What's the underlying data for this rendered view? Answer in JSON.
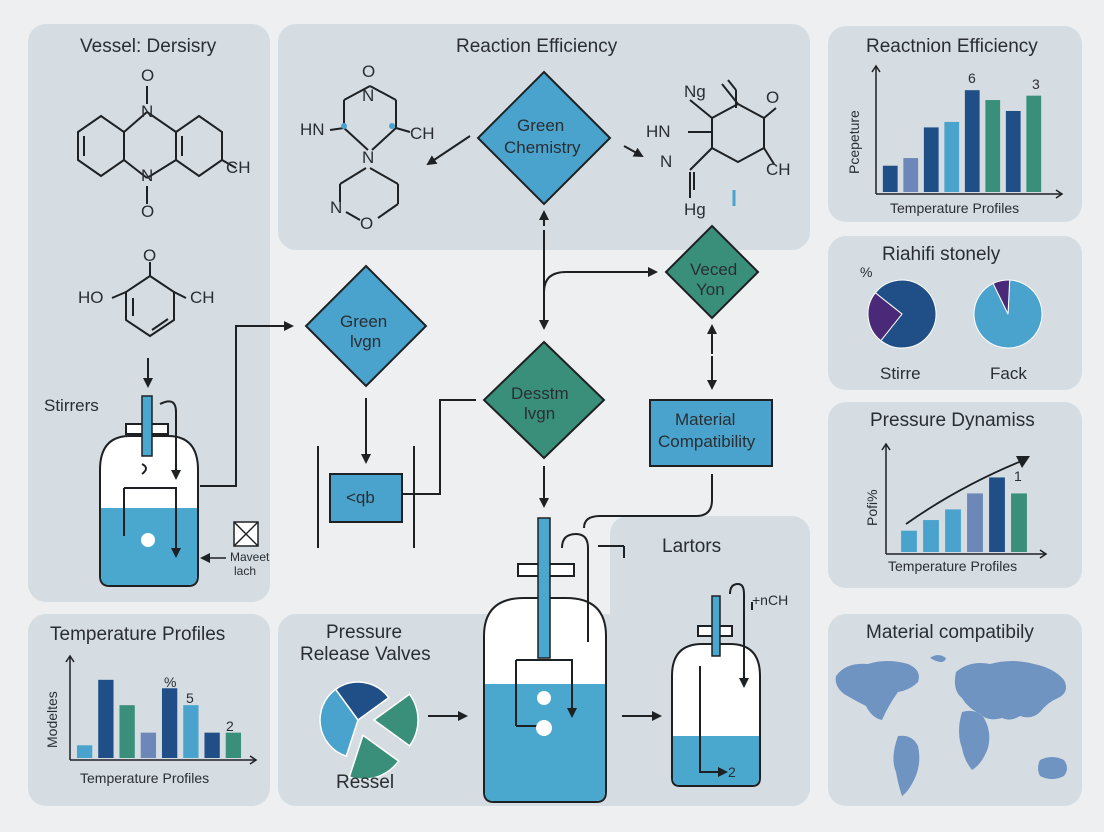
{
  "colors": {
    "panel": "#d5dde2",
    "blue": "#4aa3cc",
    "navy": "#1f4f86",
    "green": "#3a8f7a",
    "slate": "#6c87b8",
    "liquid": "#4aa8cf",
    "line": "#1e2124",
    "purple": "#4a2a78",
    "map": "#6f94c2"
  },
  "panels": {
    "vessel": {
      "title": "Vessel: Dersisry",
      "mol1_top": "O",
      "mol1_n_top": "N",
      "mol1_n_bottom": "N",
      "mol1_bottom": "O",
      "mol1_side": "CH",
      "mol2_top": "O",
      "mol2_left": "HO",
      "mol2_right": "CH",
      "stirrers": "Stirrers",
      "magnet_line1": "Maveet",
      "magnet_line2": "lach"
    },
    "reaction": {
      "title": "Reaction Efficiency",
      "m1": [
        "O",
        "N",
        "HN",
        "CH",
        "N",
        "N",
        "O"
      ],
      "m2": [
        "Ng",
        "O",
        "HN",
        "N",
        "CH",
        "Hg"
      ]
    },
    "bar_top": {
      "title": "Reactnion Efficiency",
      "ylabel": "Pcepeture",
      "xlabel": "Temperature Profiles",
      "annotations": [
        "6",
        "3"
      ]
    },
    "pie_panel": {
      "title": "Riahifi stonely",
      "symbol": "%",
      "label_left": "Stirre",
      "label_right": "Fack"
    },
    "pressure": {
      "title": "Pressure Dynamiss",
      "ylabel": "Pofi%",
      "xlabel": "Temperature Profiles",
      "annotation": "1"
    },
    "material": {
      "title": "Material compatibily"
    },
    "temp": {
      "title": "Temperature Profiles",
      "ylabel": "Modeltes",
      "xlabel": "Temperature Profiles",
      "annotations": [
        "%",
        "5",
        "2"
      ]
    },
    "release": {
      "title_line1": "Pressure",
      "title_line2": "Release Valves",
      "footer": "Ressel"
    },
    "lartors": {
      "title": "Lartors",
      "label": "+nCH",
      "small": "2"
    }
  },
  "flow": {
    "green_chemistry": [
      "Green",
      "Chemistry"
    ],
    "green_lvgn": [
      "Green",
      "lvgn"
    ],
    "dess_lvgn": [
      "Desstm",
      "lvgn"
    ],
    "veced_yon": [
      "Veced",
      "Yon"
    ],
    "material_compat": [
      "Material",
      "Compatibility"
    ],
    "box_small": "<qb"
  },
  "chart_data": [
    {
      "type": "bar",
      "title": "Reactnion Efficiency",
      "xlabel": "Temperature Profiles",
      "ylabel": "Pcepeture",
      "categories": [
        "",
        "",
        "",
        "",
        "",
        "",
        "",
        ""
      ],
      "values": [
        2.4,
        3.1,
        5.9,
        6.4,
        9.3,
        8.4,
        7.4,
        8.8
      ],
      "bar_colors": [
        "#1f4f86",
        "#6c87b8",
        "#1f4f86",
        "#4aa3cc",
        "#1f4f86",
        "#3a8f7a",
        "#1f4f86",
        "#3a8f7a"
      ],
      "annotations": [
        "6",
        "3"
      ]
    },
    {
      "type": "pie",
      "label": "Stirre",
      "slices": [
        {
          "value": 75,
          "color": "#1f4f86"
        },
        {
          "value": 25,
          "color": "#4a2a78"
        }
      ]
    },
    {
      "type": "pie",
      "label": "Fack",
      "slices": [
        {
          "value": 92,
          "color": "#4aa3cc"
        },
        {
          "value": 8,
          "color": "#4a2a78"
        }
      ]
    },
    {
      "type": "bar",
      "title": "Pressure Dynamiss",
      "xlabel": "Temperature Profiles",
      "ylabel": "Pofi%",
      "categories": [
        "",
        "",
        "",
        "",
        "",
        ""
      ],
      "values": [
        2.0,
        3.0,
        4.0,
        5.5,
        7.0,
        5.5
      ],
      "bar_colors": [
        "#4aa3cc",
        "#4aa3cc",
        "#4aa3cc",
        "#6c87b8",
        "#1f4f86",
        "#3a8f7a"
      ],
      "annotation": "1"
    },
    {
      "type": "bar",
      "title": "Temperature Profiles",
      "xlabel": "Temperature Profiles",
      "ylabel": "Modeltes",
      "categories": [
        "",
        "",
        "",
        "",
        "",
        "",
        "",
        ""
      ],
      "values": [
        1.2,
        7.4,
        5.0,
        2.4,
        6.6,
        5.0,
        2.4,
        2.4
      ],
      "bar_colors": [
        "#4aa3cc",
        "#1f4f86",
        "#3a8f7a",
        "#6c87b8",
        "#1f4f86",
        "#4aa3cc",
        "#1f4f86",
        "#3a8f7a"
      ],
      "annotations": [
        "%",
        "5",
        "2"
      ]
    },
    {
      "type": "pie",
      "label": "Ressel",
      "slices": [
        {
          "value": 35,
          "color": "#4aa3cc"
        },
        {
          "value": 25,
          "color": "#1f4f86"
        },
        {
          "value": 20,
          "color": "#3a8f7a"
        },
        {
          "value": 20,
          "color": "#3a8f7a"
        }
      ]
    }
  ]
}
